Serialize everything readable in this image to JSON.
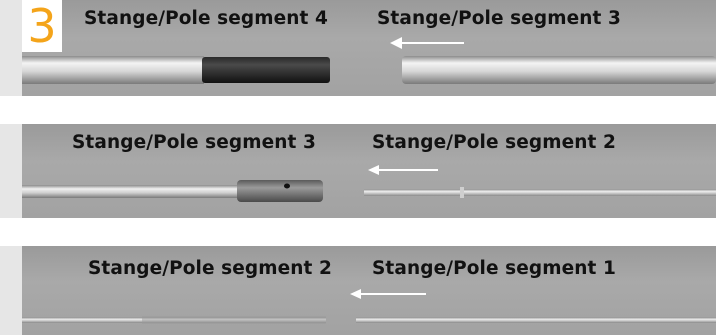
{
  "step": {
    "number": "3"
  },
  "rows": [
    {
      "left_label": "Stange/Pole segment 4",
      "right_label": "Stange/Pole segment 3"
    },
    {
      "left_label": "Stange/Pole segment 3",
      "right_label": "Stange/Pole segment 2"
    },
    {
      "left_label": "Stange/Pole segment 2",
      "right_label": "Stange/Pole segment 1"
    }
  ],
  "colors": {
    "step_number": "#f4a41a",
    "panel": "#a2a2a2",
    "separator": "#ffffff"
  }
}
